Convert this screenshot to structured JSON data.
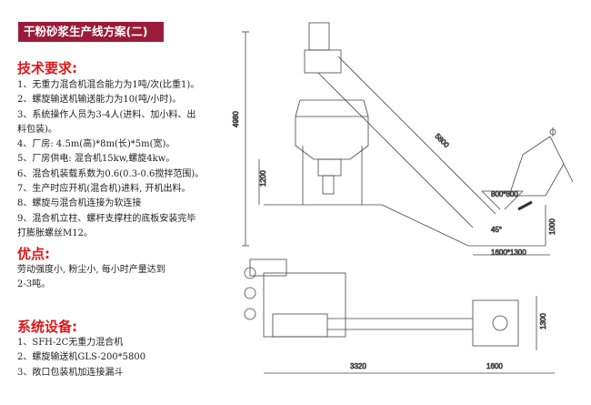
{
  "title": "干粉砂浆生产线方案(二)",
  "requirements": {
    "heading": "技术要求:",
    "items": [
      "1、无重力混合机混合能力为1吨/次(比重1)。",
      "2、螺旋输送机输送能力为10(吨/小时)。",
      "3、系统操作人员为3-4人(进料、加小料、出",
      "料包装)。",
      "4、厂房: 4.5m(高)*8m(长)*5m(宽)。",
      "5、厂房供电: 混合机15kw,螺旋4kw。",
      "6、混合机装载系数为0.6(0.3-0.6搅拌范围)。",
      "7、生产时应开机(混合机)进料, 开机出料。",
      "8、螺旋与混合机连接为软连接",
      "9、混合机立柱、螺杆支撑柱的底板安装完毕",
      "打膨胀螺丝M12。"
    ]
  },
  "advantages": {
    "heading": "优点:",
    "items": [
      "劳动强度小, 粉尘小, 每小时产量达到",
      "2-3吨。"
    ]
  },
  "equipment": {
    "heading": "系统设备:",
    "items": [
      "1、SFH-2C无重力混合机",
      "2、螺旋输送机GLS-200*5800",
      "3、敞口包装机加连接漏斗"
    ]
  },
  "drawing": {
    "dims": {
      "height": "4980",
      "screw_len": "5800",
      "leg": "1200",
      "hopper": "800*800",
      "angle": "45°",
      "hopper_h": "1000",
      "base": "1600*1300",
      "plan_len": "3320",
      "plan_w": "1600",
      "plan_h": "1300"
    }
  }
}
